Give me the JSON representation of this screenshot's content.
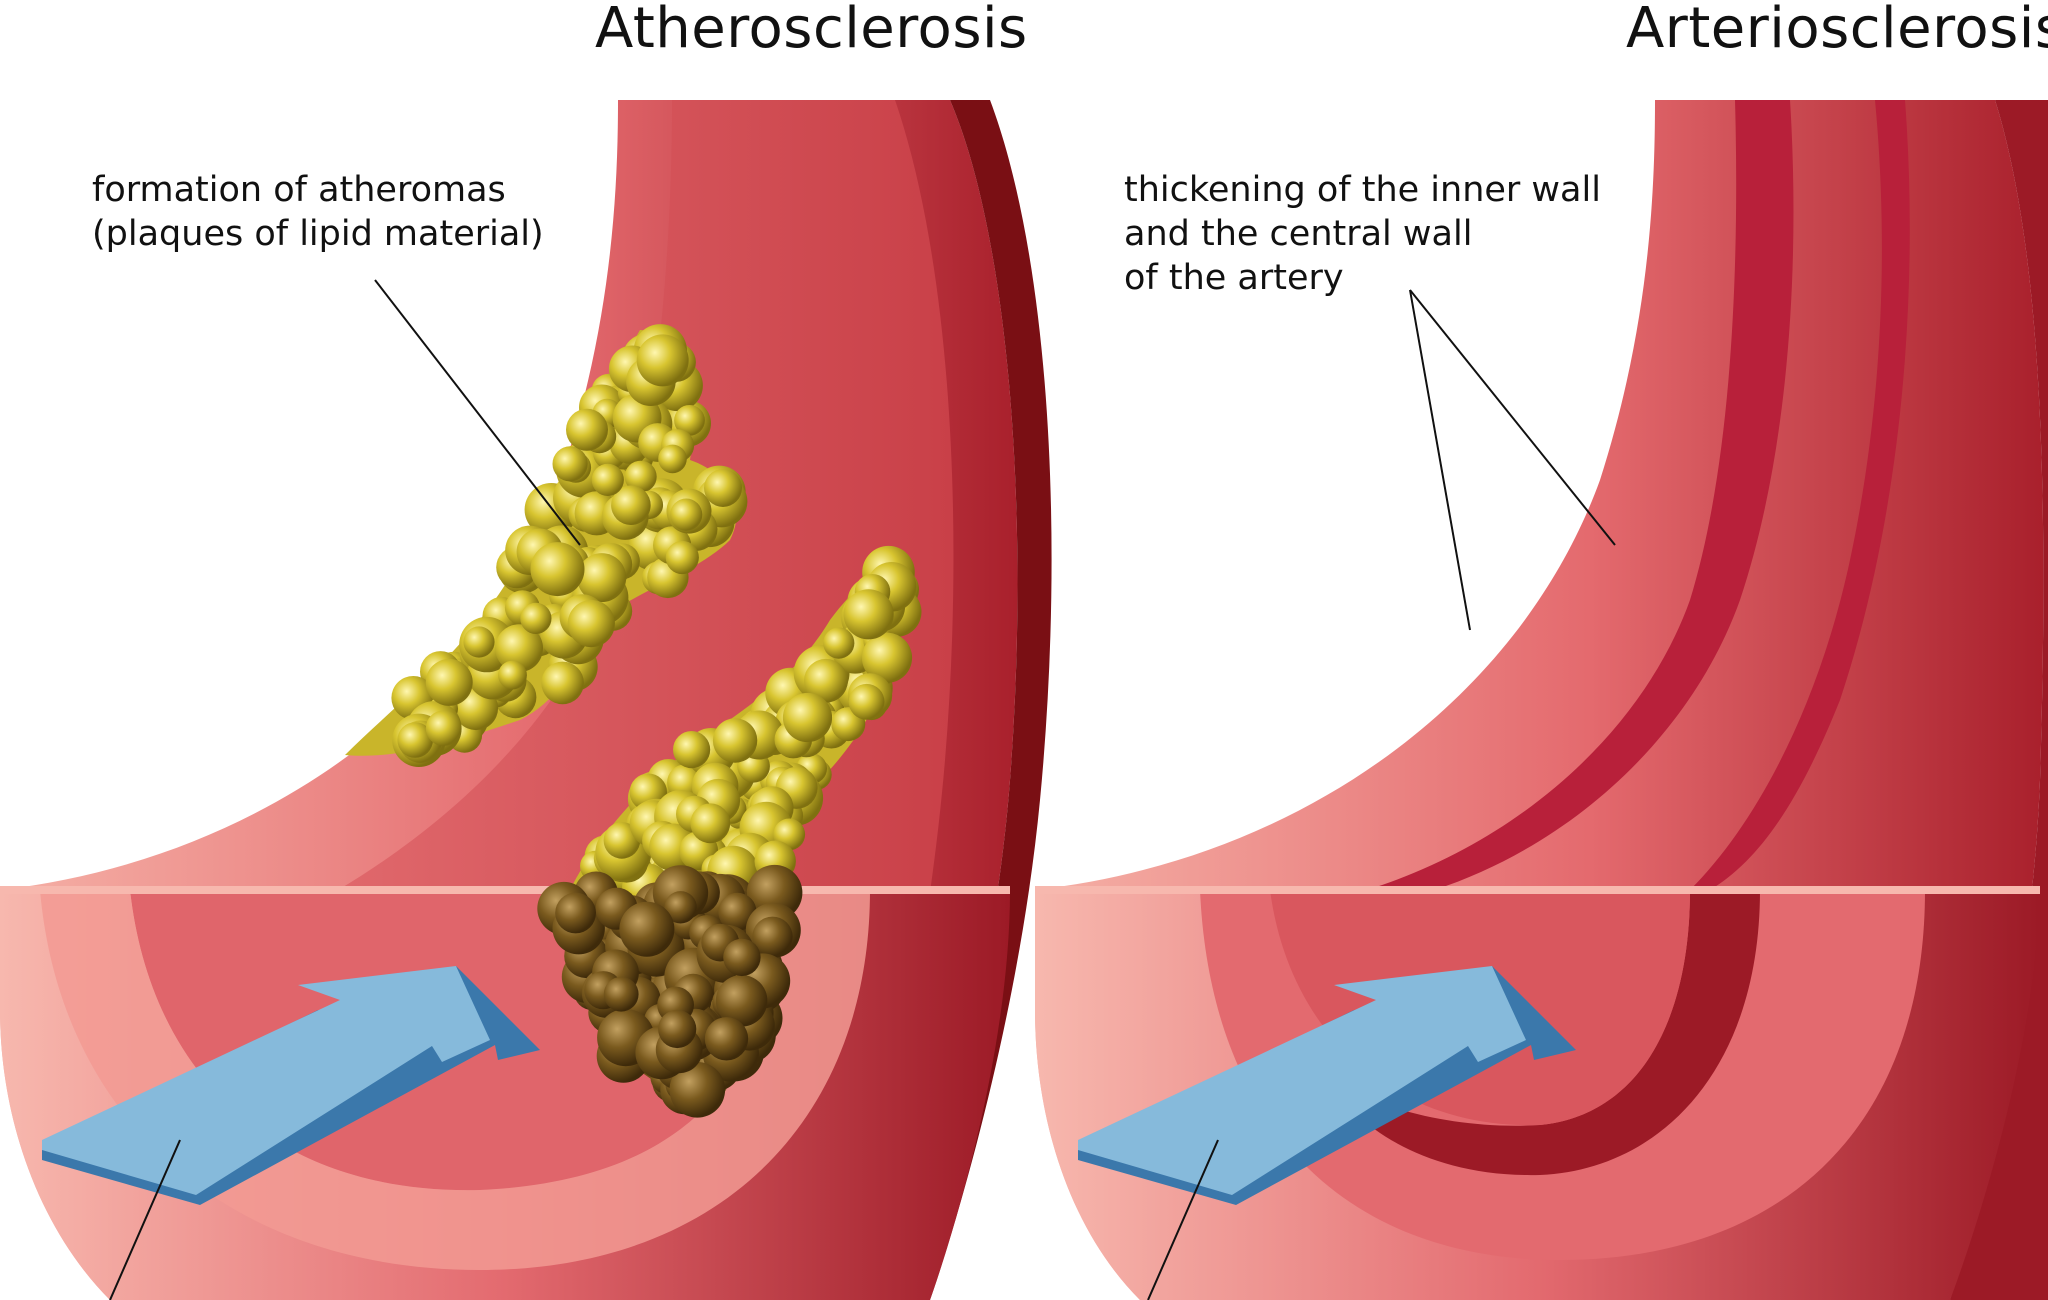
{
  "panels": [
    {
      "title": "Atherosclerosis",
      "callout_lines": [
        "formation of atheromas",
        "(plaques of lipid material)"
      ]
    },
    {
      "title": "Arteriosclerosis",
      "callout_lines": [
        "thickening of the inner wall",
        "and the central wall",
        "of the artery"
      ]
    }
  ],
  "colors": {
    "outer_wall": "#f08a8a",
    "wall_dark": "#7a0f14",
    "lumen": "#d84f55",
    "intima": "#f4a8a0",
    "thickened_wall": "#b8203a",
    "plaque_yellow": "#d8c530",
    "plaque_brown": "#7a5a1e",
    "arrow_fill": "#86badb",
    "arrow_edge": "#3b78ab"
  }
}
